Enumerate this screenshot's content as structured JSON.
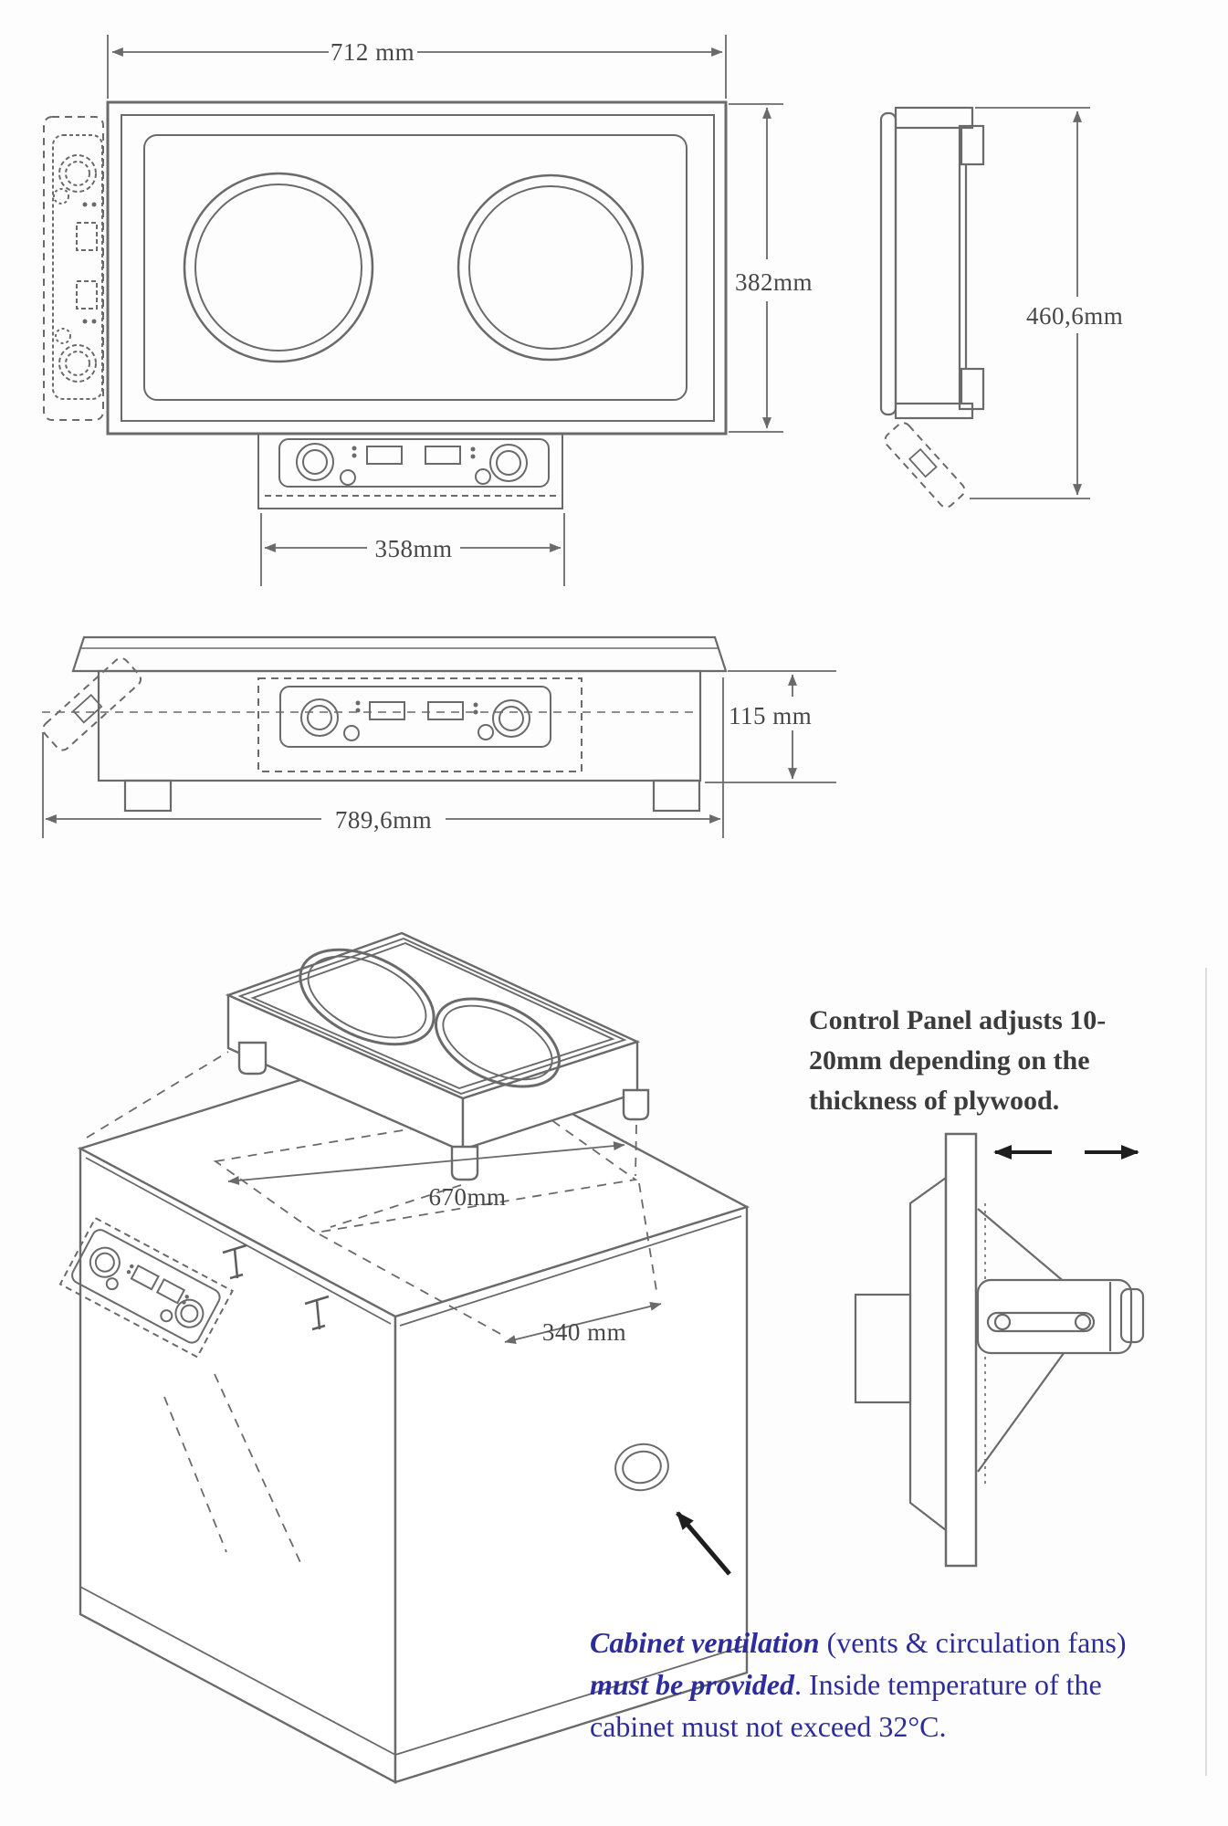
{
  "title": "Drop-in induction hob installation drawing",
  "colors": {
    "line_gray": "#6a6a6a",
    "dim_text": "#474747",
    "note_gray": "#3b3b3b",
    "note_blue": "#2c2c9c",
    "arrow_black": "#1e1e1e",
    "background": "#fdfdfd"
  },
  "dimensions": {
    "top_width": "712 mm",
    "top_depth": "382mm",
    "panel_width": "358mm",
    "side_height": "460,6mm",
    "body_height": "115 mm",
    "overall_width": "789,6mm",
    "cutout_length": "670mm",
    "cutout_depth": "340 mm"
  },
  "notes": {
    "control_panel": {
      "line1": "Control Panel adjusts 10-",
      "line2": "20mm depending on the",
      "line3": "thickness of plywood."
    },
    "ventilation": {
      "bold1": "Cabinet ventilation",
      "rest1": " (vents & circulation fans)",
      "bold2": "must be provided",
      "rest2": ".  Inside temperature of the",
      "line3": "cabinet must not exceed 32°C."
    }
  }
}
